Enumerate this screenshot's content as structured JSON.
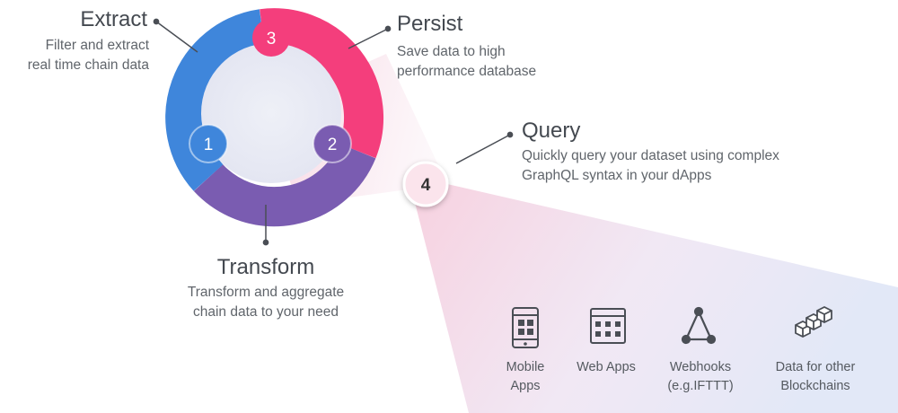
{
  "stages": {
    "extract": {
      "number": "1",
      "title": "Extract",
      "desc_line1": "Filter and extract",
      "desc_line2": "real time chain data"
    },
    "transform": {
      "number": "2",
      "title": "Transform",
      "desc_line1": "Transform and aggregate",
      "desc_line2": "chain data to your need"
    },
    "persist": {
      "number": "3",
      "title": "Persist",
      "desc_line1": "Save data to high",
      "desc_line2": "performance database"
    },
    "query": {
      "number": "4",
      "title": "Query",
      "desc_line1": "Quickly query your dataset using complex",
      "desc_line2": "GraphQL syntax in your dApps"
    }
  },
  "apps": [
    {
      "icon": "mobile-icon",
      "line1": "Mobile",
      "line2": "Apps"
    },
    {
      "icon": "web-app-icon",
      "line1": "Web Apps",
      "line2": ""
    },
    {
      "icon": "webhook-icon",
      "line1": "Webhooks",
      "line2": "(e.g.IFTTT)"
    },
    {
      "icon": "blockchain-icon",
      "line1": "Data for other",
      "line2": "Blockchains"
    }
  ],
  "colors": {
    "extract": "#3f86db",
    "transform": "#7a5cb1",
    "persist": "#f43e7c",
    "query_badge_bg": "#fbe4ec",
    "text": "#555a60"
  }
}
